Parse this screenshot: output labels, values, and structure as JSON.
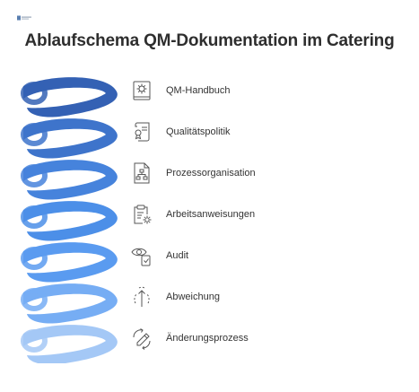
{
  "title": "Ablaufschema QM-Dokumentation im Catering",
  "steps": [
    {
      "label": "QM-Handbuch",
      "icon": "settings-book-icon",
      "color": "#3461b4"
    },
    {
      "label": "Qualitätspolitik",
      "icon": "certificate-scroll-icon",
      "color": "#3e74cb"
    },
    {
      "label": "Prozessorganisation",
      "icon": "org-chart-document-icon",
      "color": "#4683dc"
    },
    {
      "label": "Arbeitsanweisungen",
      "icon": "clipboard-gear-icon",
      "color": "#4c8fe8"
    },
    {
      "label": "Audit",
      "icon": "eye-checklist-icon",
      "color": "#5a9bf0"
    },
    {
      "label": "Abweichung",
      "icon": "deviation-arrow-icon",
      "color": "#76adf4"
    },
    {
      "label": "Änderungsprozess",
      "icon": "edit-cycle-icon",
      "color": "#a4c8f6"
    }
  ]
}
